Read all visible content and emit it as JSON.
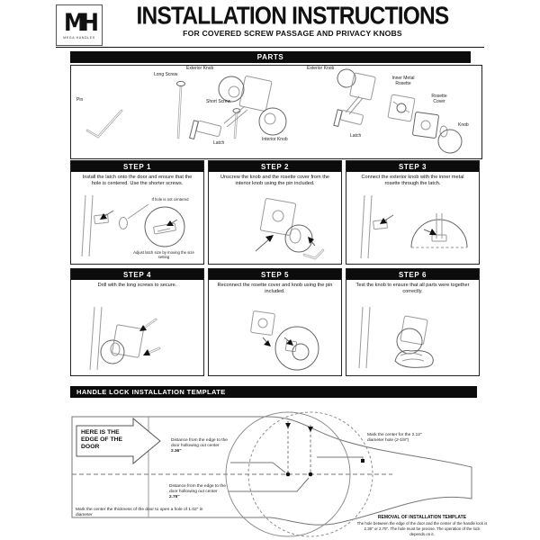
{
  "header": {
    "logo_monogram": "MH",
    "logo_subtext": "MEGA HANDLES",
    "title": "INSTALLATION INSTRUCTIONS",
    "subtitle": "FOR COVERED SCREW PASSAGE AND PRIVACY KNOBS"
  },
  "parts": {
    "section_title": "PARTS",
    "labels": {
      "pin": "Pin",
      "long_screw": "Long Screw",
      "short_screw": "Short Screw",
      "exterior_knob_center": "Exterior Knob",
      "interior_knob": "Interior Knob",
      "latch_center": "Latch",
      "exterior_knob_right": "Exterior Knob",
      "inner_metal_rosette": "Inner Metal Rosette",
      "rosette_cover": "Rosette Cover",
      "latch_right": "Latch",
      "knob": "Knob"
    }
  },
  "steps": [
    {
      "title": "STEP 1",
      "text": "Install the latch onto the door and ensure that the hole is centered. Use the shorter screws.",
      "note_top": "If hole is not centered",
      "note_bottom": "Adjust latch size by moving the size setting"
    },
    {
      "title": "STEP 2",
      "text": "Unscrew the knob and the rosette cover from the interior knob using the pin included."
    },
    {
      "title": "STEP 3",
      "text": "Connect the exterior knob with the inner metal rosette through the latch."
    },
    {
      "title": "STEP 4",
      "text": "Drill with the long screws to secure."
    },
    {
      "title": "STEP 5",
      "text": "Reconnect the rosette cover and knob using the pin included."
    },
    {
      "title": "STEP 6",
      "text": "Test the knob to ensure that all parts were together correctly."
    }
  ],
  "template": {
    "section_title": "HANDLE LOCK INSTALLATION TEMPLATE",
    "edge_arrow_text": "HERE IS THE EDGE OF THE DOOR",
    "distance_top_text": "Distance from the edge to the door hollowing out center",
    "distance_top_value": "2.36\"",
    "distance_bottom_text": "Distance from the edge to the door hollowing out center",
    "distance_bottom_value": "2.76\"",
    "mark_hole_text": "Mark the center for the 2.12\" diameter hole (2-1/8\")",
    "mark_thickness_text": "Mark the center the thickness of the door to open a hole of 1.02\" in diameter",
    "removal_title": "REMOVAL OF INSTALLATION TEMPLATE",
    "removal_body": "The hole between the edge of the door and the center of the handle lock is 2.36\" or 2.75\". The hole must be precise. The operation of the lock depends on it."
  },
  "colors": {
    "bar_black": "#0c0c0c",
    "sketch_gray": "#9a9a9a",
    "text_black": "#111111"
  }
}
